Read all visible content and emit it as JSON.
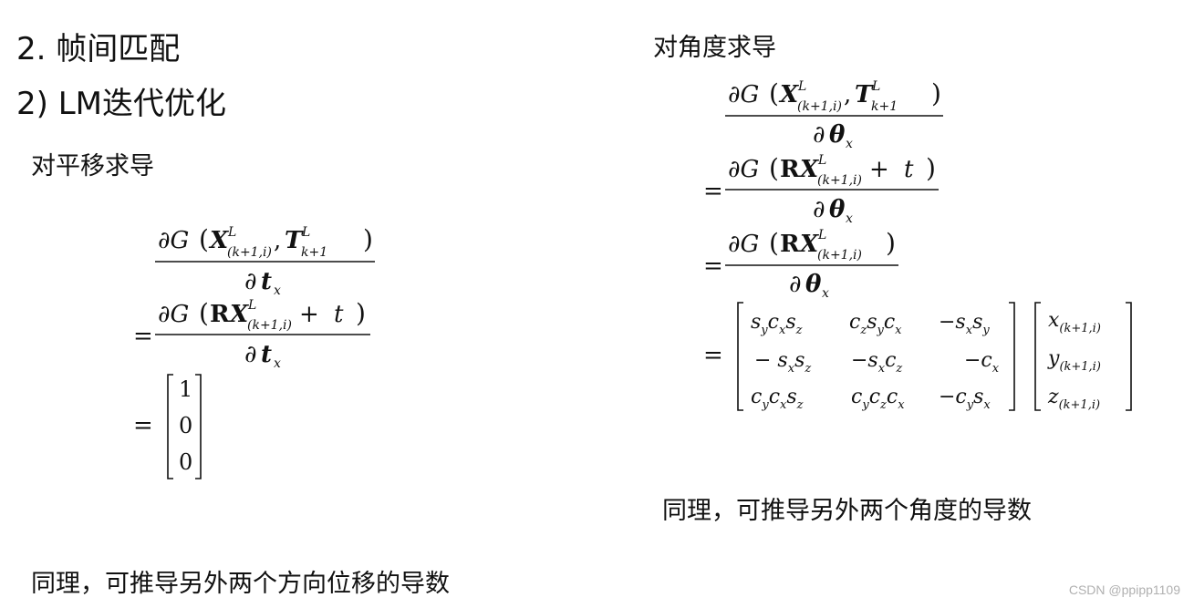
{
  "headings": {
    "section": "2. 帧间匹配",
    "subsection": "2) LM迭代优化",
    "translation_title": "对平移求导",
    "angle_title": "对角度求导",
    "translation_note": "同理，可推导另外两个方向位移的导数",
    "angle_note": "同理，可推导另外两个角度的导数"
  },
  "translation_derivation": {
    "line1_numerator": "∂G (X(k+1,i)L, Tk+1L)",
    "line1_denominator": "∂tx",
    "line2_numerator": "∂G (RX(k+1,i)L + t)",
    "line2_denominator": "∂tx",
    "result_vector": [
      "1",
      "0",
      "0"
    ]
  },
  "angle_derivation": {
    "line1_numerator": "∂G (X(k+1,i)L, Tk+1L)",
    "line1_denominator": "∂θx",
    "line2_numerator": "∂G (RX(k+1,i)L + t)",
    "line2_denominator": "∂θx",
    "line3_numerator": "∂G (RX(k+1,i)L)",
    "line3_denominator": "∂θx",
    "matrix_rows": [
      [
        "sycxsz",
        "czsycx",
        "−sxsy"
      ],
      [
        "− sxsz",
        "−sxcz",
        "−cx"
      ],
      [
        "cycxsz",
        "cyczcx",
        "−cysx"
      ]
    ],
    "vector": [
      "x(k+1,i)",
      "y(k+1,i)",
      "z(k+1,i)"
    ]
  },
  "watermark": "CSDN @ppipp1109"
}
